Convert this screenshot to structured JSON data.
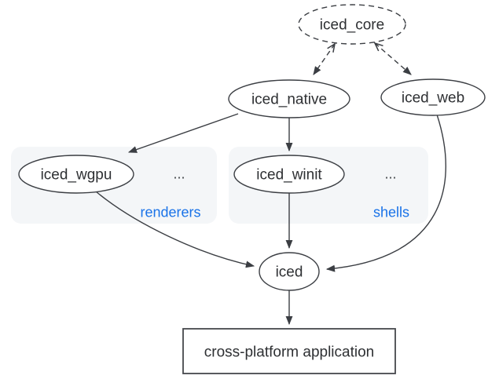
{
  "diagram": {
    "nodes": {
      "iced_core": "iced_core",
      "iced_native": "iced_native",
      "iced_web": "iced_web",
      "iced_wgpu": "iced_wgpu",
      "iced_winit": "iced_winit",
      "iced": "iced",
      "application": "cross-platform application"
    },
    "groups": {
      "renderers": {
        "label": "renderers",
        "ellipsis": "..."
      },
      "shells": {
        "label": "shells",
        "ellipsis": "..."
      }
    },
    "colors": {
      "background": "#ffffff",
      "node_stroke": "#3b3e43",
      "node_fill": "#ffffff",
      "text": "#2e3033",
      "group_fill": "#f4f6f8",
      "group_label_blue": "#1a73e8"
    }
  }
}
